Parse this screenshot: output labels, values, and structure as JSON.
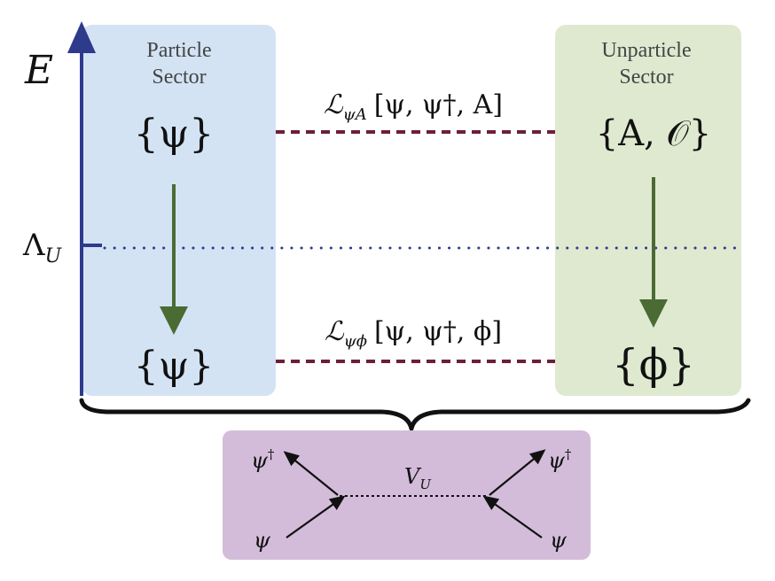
{
  "axis": {
    "energy_label": "E",
    "scale_label": "Λ",
    "scale_sub": "U"
  },
  "particle_sector": {
    "title_line1": "Particle",
    "title_line2": "Sector",
    "top_field": "{ψ}",
    "bottom_field": "{ψ}"
  },
  "unparticle_sector": {
    "title_line1": "Unparticle",
    "title_line2": "Sector",
    "top_field": "{A, 𝒪}",
    "bottom_field": "{ϕ}"
  },
  "couplings": {
    "upper": {
      "symbol": "ℒ",
      "sub": "ψA",
      "args": "[ψ, ψ†, A]"
    },
    "lower": {
      "symbol": "ℒ",
      "sub": "ψϕ",
      "args": "[ψ, ψ†, ϕ]"
    }
  },
  "feynman": {
    "left_out": "ψ",
    "left_in": "ψ",
    "right_out": "ψ",
    "right_in": "ψ",
    "dagger": "†",
    "propagator": "V",
    "propagator_sub": "U"
  },
  "colors": {
    "axis": "#2e3a8c",
    "particle_box": "#d3e3f4",
    "unparticle_box": "#dfe9d0",
    "feynman_box": "#d3bcd9",
    "coupling_line": "#6b1f3a",
    "scale_line": "#2e3a8c",
    "flow_arrow": "#4a6b34"
  }
}
